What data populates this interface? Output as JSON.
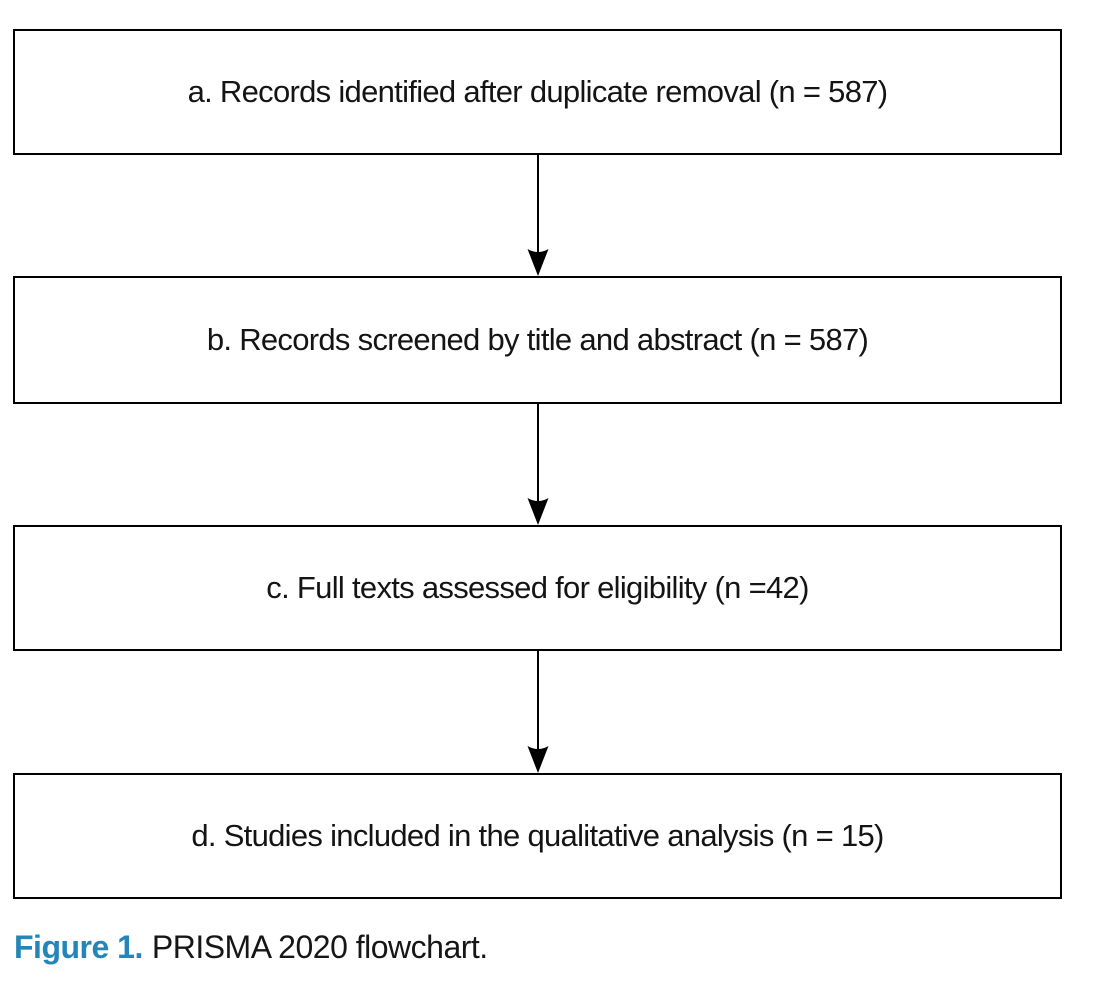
{
  "flowchart": {
    "boxes": [
      {
        "label": "a. Records identified after duplicate removal (n = 587)"
      },
      {
        "label": "b. Records screened by title and abstract (n = 587)"
      },
      {
        "label": "c. Full texts assessed for eligibility (n =42)"
      },
      {
        "label": "d. Studies included in the qualitative analysis (n = 15)"
      }
    ]
  },
  "caption": {
    "label": "Figure 1.",
    "text": "PRISMA 2020 flowchart."
  },
  "colors": {
    "caption_accent": "#2485B8",
    "box_border": "#000000",
    "text": "#141414"
  }
}
